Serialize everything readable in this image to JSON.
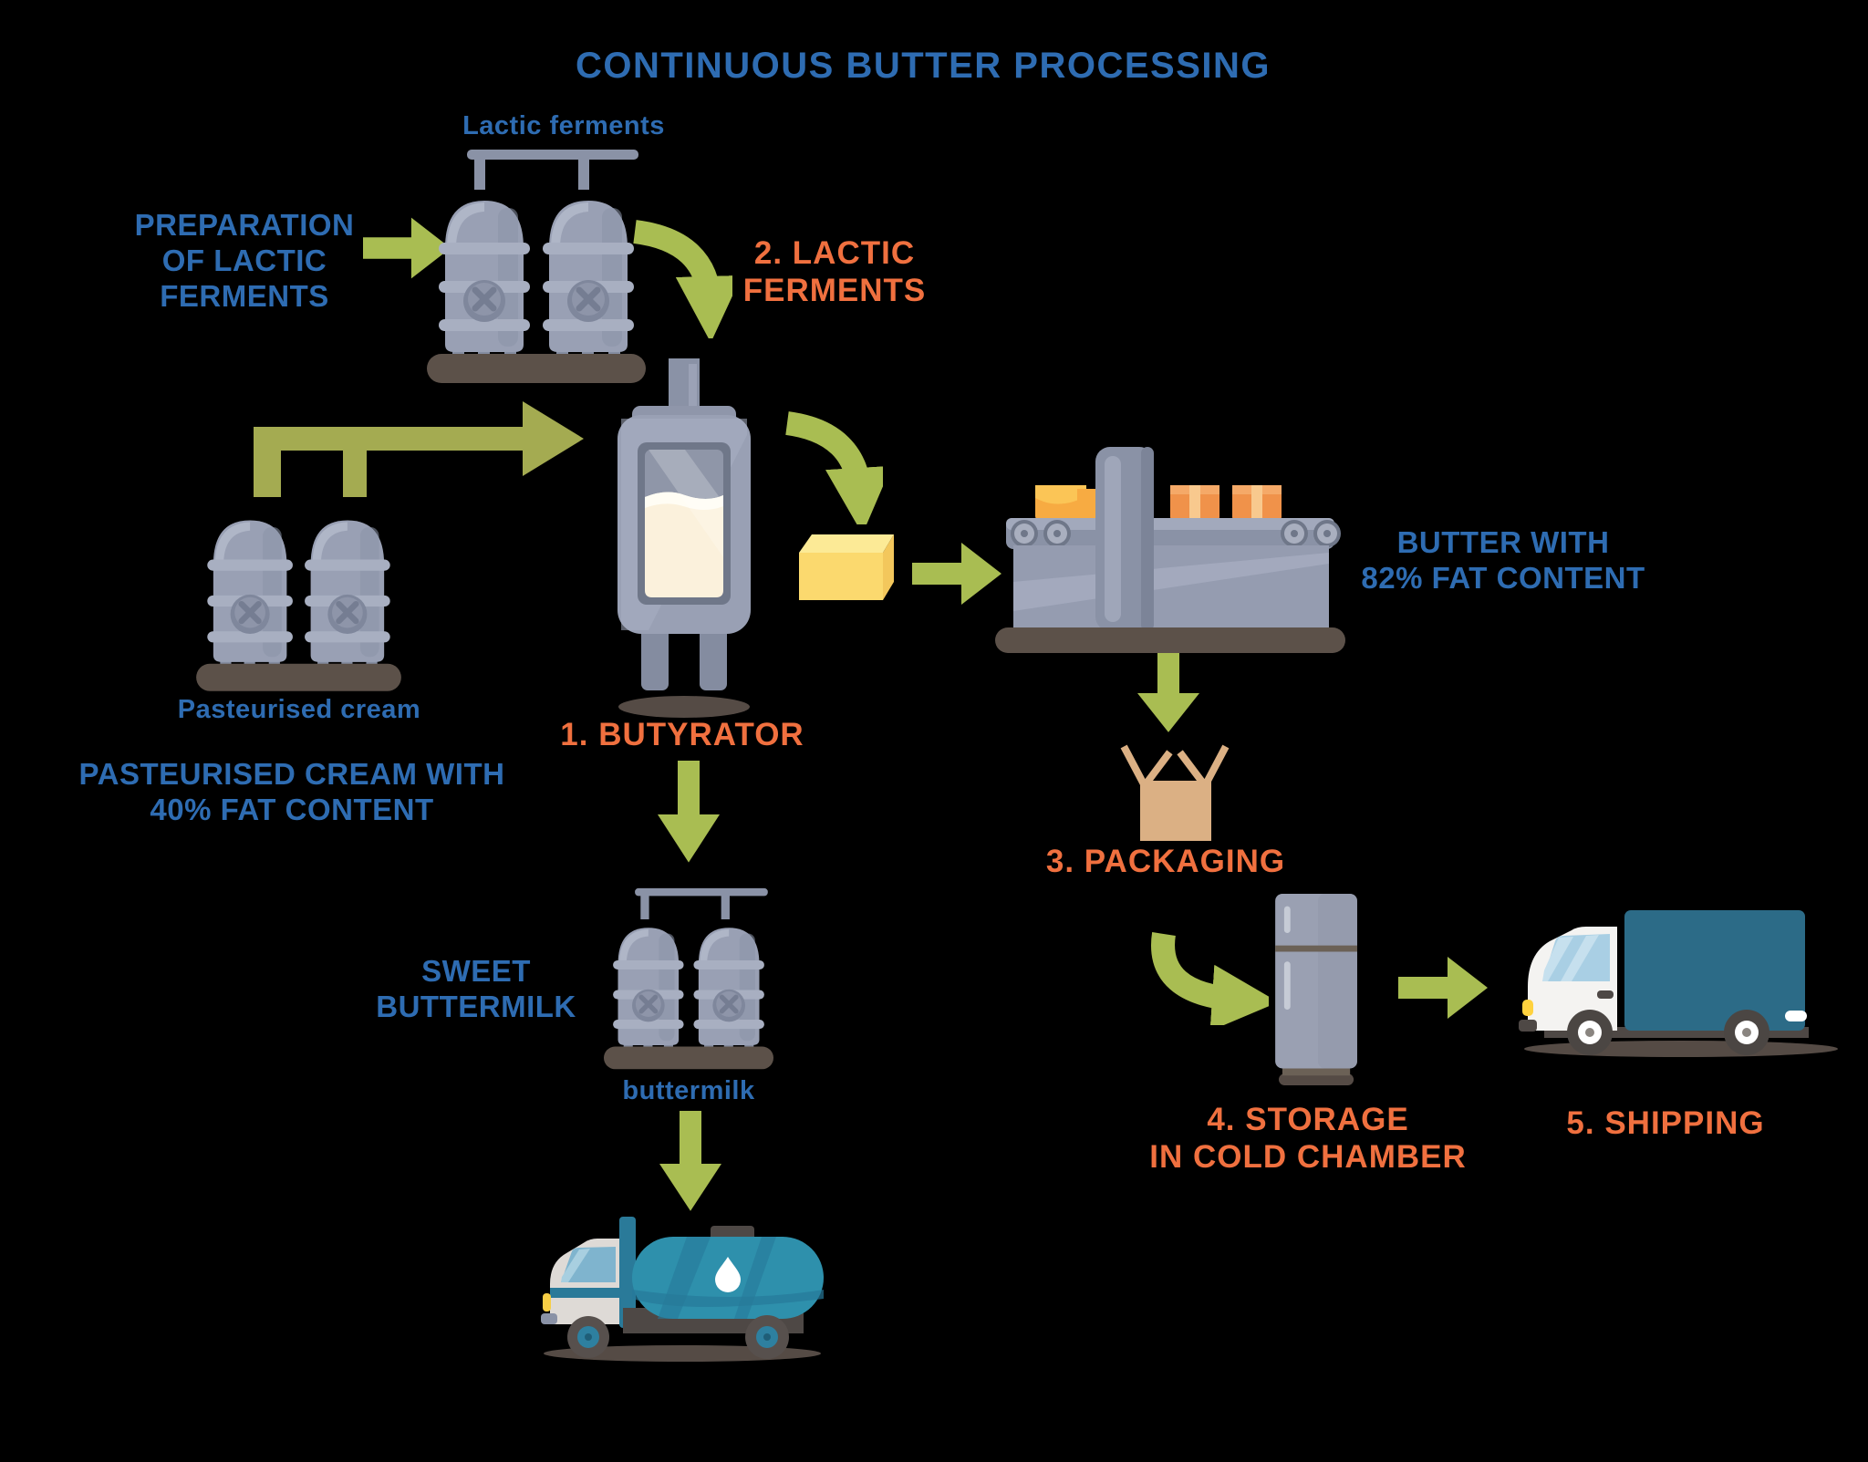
{
  "title": "CONTINUOUS BUTTER PROCESSING",
  "colors": {
    "blue": "#2E6CB2",
    "orange": "#F0703F",
    "green": "#A9BD52",
    "pipe": "#A4AB51",
    "tank": "#99A0B4",
    "tankdark": "#848CA0",
    "tanklight": "#AFB6C7",
    "basebrown": "#5C5149",
    "shadow": "#554B45",
    "butter": "#FBD96E",
    "butterlight": "#FCEA96",
    "blockorange": "#F0924A",
    "blockyellow": "#F7AB42",
    "boxtan": "#DBB084",
    "teal": "#2E90AC",
    "cargo": "#2C6B87"
  },
  "stations": {
    "lactic_tanks_label": "Lactic ferments",
    "preparation_note": "PREPARATION\nOF LACTIC\nFERMENTS",
    "pasteurised_tanks_label": "Pasteurised cream",
    "pasteurised_note": "PASTEURISED CREAM WITH\n40% FAT CONTENT",
    "butter_note": "BUTTER WITH\n82% FAT CONTENT",
    "sweet_buttermilk_note": "SWEET\nBUTTERMILK",
    "buttermilk_tanks_label": "buttermilk"
  },
  "steps": {
    "step1": "1. BUTYRATOR",
    "step2": "2. LACTIC\nFERMENTS",
    "step3": "3. PACKAGING",
    "step4": "4. STORAGE\nIN COLD CHAMBER",
    "step5": "5. SHIPPING"
  }
}
